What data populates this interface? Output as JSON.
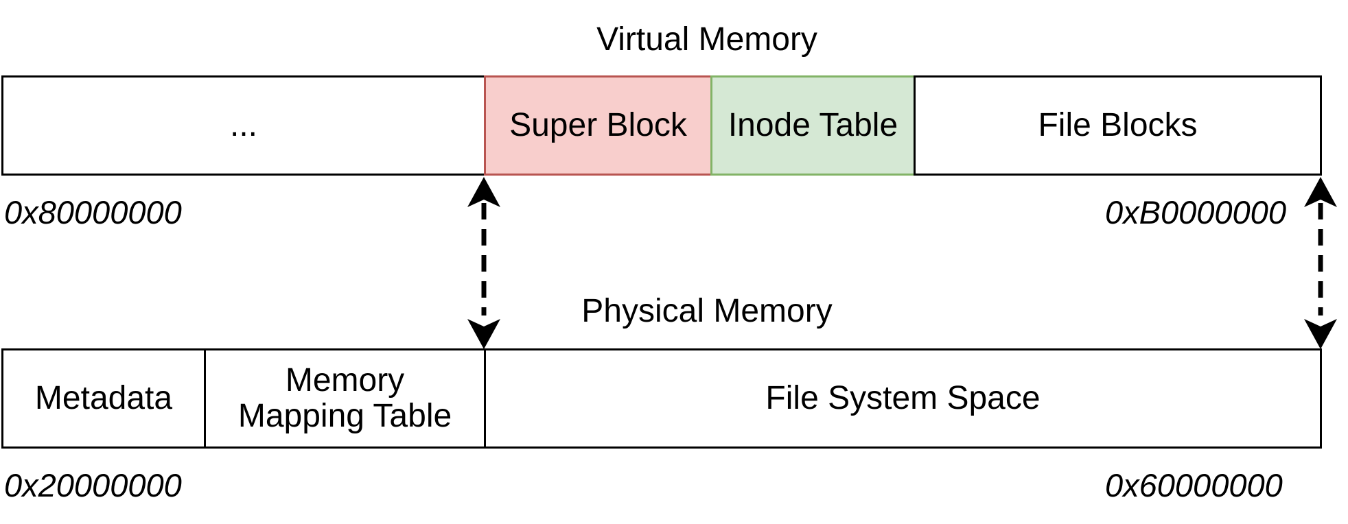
{
  "virtual": {
    "title": "Virtual Memory",
    "blocks": [
      {
        "label": "..."
      },
      {
        "label": "Super Block",
        "fill": "#f8cecc",
        "stroke": "#b85450"
      },
      {
        "label": "Inode Table",
        "fill": "#d5e8d4",
        "stroke": "#82b366"
      },
      {
        "label": "File Blocks"
      }
    ],
    "start_address": "0x80000000",
    "end_address": "0xB0000000"
  },
  "physical": {
    "title": "Physical Memory",
    "blocks": [
      {
        "label": "Metadata"
      },
      {
        "label": "Memory Mapping Table"
      },
      {
        "label": "File System Space"
      }
    ],
    "start_address": "0x20000000",
    "end_address": "0x60000000"
  },
  "mappings": [
    {
      "from": "virtual.super-block.start",
      "to": "physical.file-system-space.start",
      "style": "dashed bidirectional"
    },
    {
      "from": "virtual.file-blocks.end",
      "to": "physical.file-system-space.end",
      "style": "dashed bidirectional"
    }
  ]
}
